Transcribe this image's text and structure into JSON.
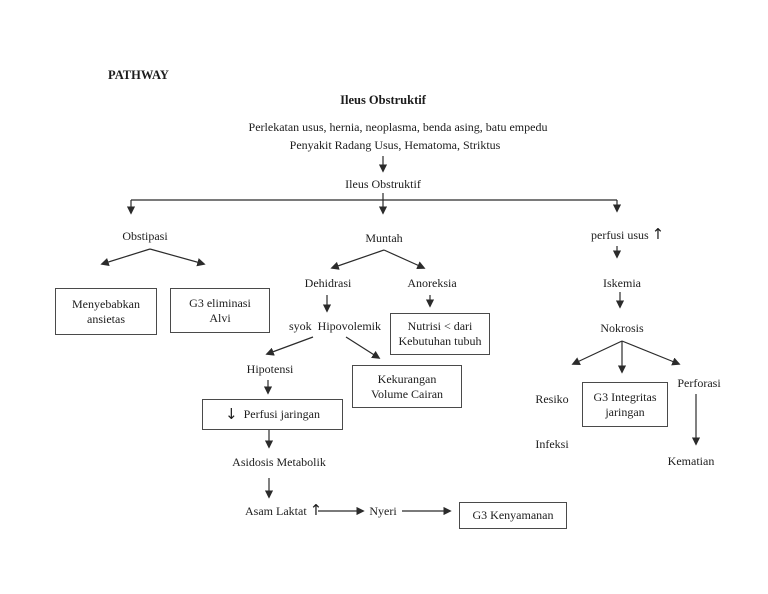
{
  "title": "PATHWAY",
  "colors": {
    "background": "#ffffff",
    "text": "#1c1c1c",
    "line": "#2b2b2b",
    "box_border": "#4a4a4a"
  },
  "header": {
    "diagnosis": "Ileus Obstruktif",
    "etiology_line1": "Perlekatan usus, hernia, neoplasma, benda asing, batu empedu",
    "etiology_line2": "Penyakit Radang Usus, Hematoma, Striktus"
  },
  "nodes": {
    "root": {
      "label": "Ileus Obstruktif"
    },
    "obstipasi": {
      "label": "Obstipasi"
    },
    "muntah": {
      "label": "Muntah"
    },
    "perfusi_usus": {
      "label": "perfusi usus ",
      "up_arrow": "↑"
    },
    "menyebabkan_ansietas": {
      "line1": "Menyebabkan",
      "line2": "ansietas"
    },
    "g3_eliminasi_alvi": {
      "line1": "G3 eliminasi",
      "line2": "Alvi"
    },
    "dehidrasi": {
      "label": "Dehidrasi"
    },
    "anoreksia": {
      "label": "Anoreksia"
    },
    "syok_hipovolemik": {
      "label": "syok  Hipovolemik"
    },
    "nutrisi": {
      "line1": "Nutrisi < dari",
      "line2": "Kebutuhan tubuh"
    },
    "hipotensi": {
      "label": "Hipotensi"
    },
    "kekurangan_volume": {
      "line1": "Kekurangan",
      "line2": "Volume Cairan"
    },
    "perfusi_jaringan": {
      "down_arrow": "↓",
      "label": "Perfusi jaringan"
    },
    "asidosis": {
      "label": "Asidosis Metabolik"
    },
    "asam_laktat": {
      "label": "Asam Laktat ",
      "up_arrow": "↑"
    },
    "nyeri": {
      "label": "Nyeri"
    },
    "g3_kenyamanan": {
      "label": "G3 Kenyamanan"
    },
    "iskemia": {
      "label": "Iskemia"
    },
    "nokrosis": {
      "label": "Nokrosis"
    },
    "resiko_infeksi": {
      "line1": "Resiko",
      "line2": "Infeksi"
    },
    "g3_integritas": {
      "line1": "G3 Integritas",
      "line2": "jaringan"
    },
    "perforasi": {
      "label": "Perforasi"
    },
    "kematian": {
      "label": "Kematian"
    }
  }
}
